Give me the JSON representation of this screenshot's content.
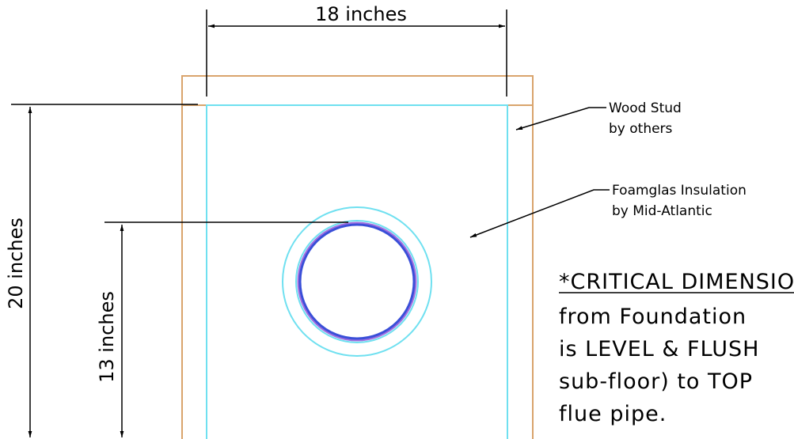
{
  "dimensions": {
    "width_label": "18 inches",
    "height_label": "20 inches",
    "pipe_height_label": "13 inches"
  },
  "callouts": {
    "wood_stud": [
      "Wood Stud",
      "by others"
    ],
    "insulation": [
      "Foamglas Insulation",
      "by Mid-Atlantic"
    ]
  },
  "note": {
    "heading": "*CRITICAL DIMENSION",
    "lines": [
      "from Foundation",
      "is LEVEL & FLUSH",
      "sub-floor) to TOP",
      "flue pipe."
    ]
  },
  "colors": {
    "stud": "#d9a46c",
    "insulation": "#6fe0f0",
    "pipe_outer": "#3a4fd8",
    "pipe_inner": "#a070e0",
    "ink": "#000000"
  }
}
